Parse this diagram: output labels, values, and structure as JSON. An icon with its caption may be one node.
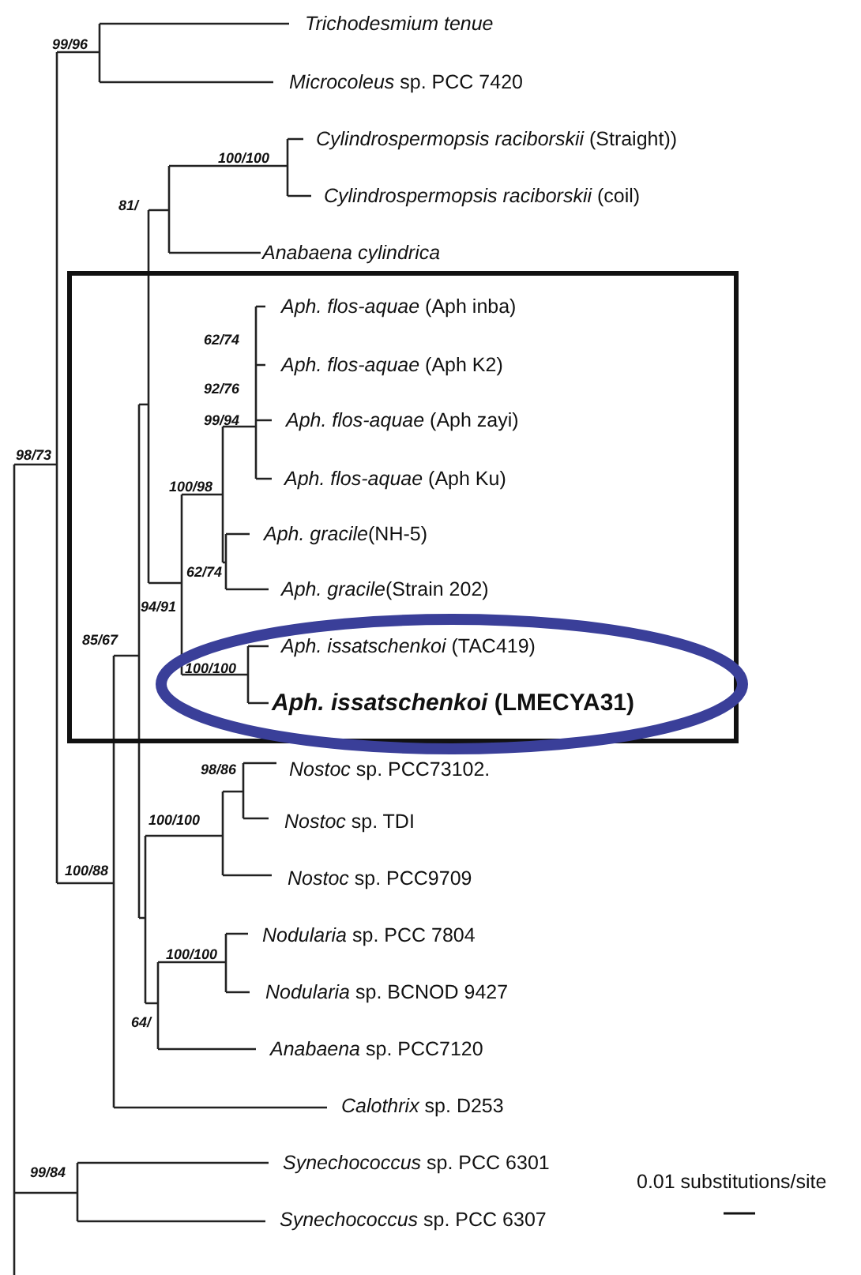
{
  "diagram": {
    "labels": [
      "*Trichodesmium tenue*",
      "99/96",
      "*Microcoleus* sp. PCC 7420",
      "*Cylindrospermopsis raciborskii* (Straight))",
      "100/100",
      "*Cylindrospermopsis raciborskii* (coil)",
      "81/",
      "*Anabaena cylindrica*",
      "*Aph. flos-aquae* (Aph inba)",
      "62/74",
      "*Aph. flos-aquae* (Aph K2)",
      "92/76",
      "*Aph. flos-aquae* (Aph zayi)",
      "99/94",
      "98/73",
      "*Aph. flos-aquae* (Aph Ku)",
      "100/98",
      "*Aph. gracile*(NH-5)",
      "62/74",
      "*Aph. gracile*(Strain 202)",
      "94/91",
      "85/67",
      "*Aph. issatschenkoi* (TAC419)",
      "100/100",
      "*Aph. issatschenkoi* (LMECYA31)",
      "*Nostoc* sp. PCC73102.",
      "98/86",
      "100/100",
      "*Nostoc* sp. TDI",
      "100/88",
      "*Nostoc* sp. PCC9709",
      "*Nodularia* sp. PCC 7804",
      "100/100",
      "*Nodularia* sp. BCNOD 9427",
      "64/",
      "*Anabaena* sp. PCC7120",
      "*Calothrix* sp. D253",
      "*Synechococcus* sp. PCC 6301",
      "99/84",
      "0.01 substitutions/site",
      "*Synechococcus* sp. PCC 6307"
    ]
  }
}
